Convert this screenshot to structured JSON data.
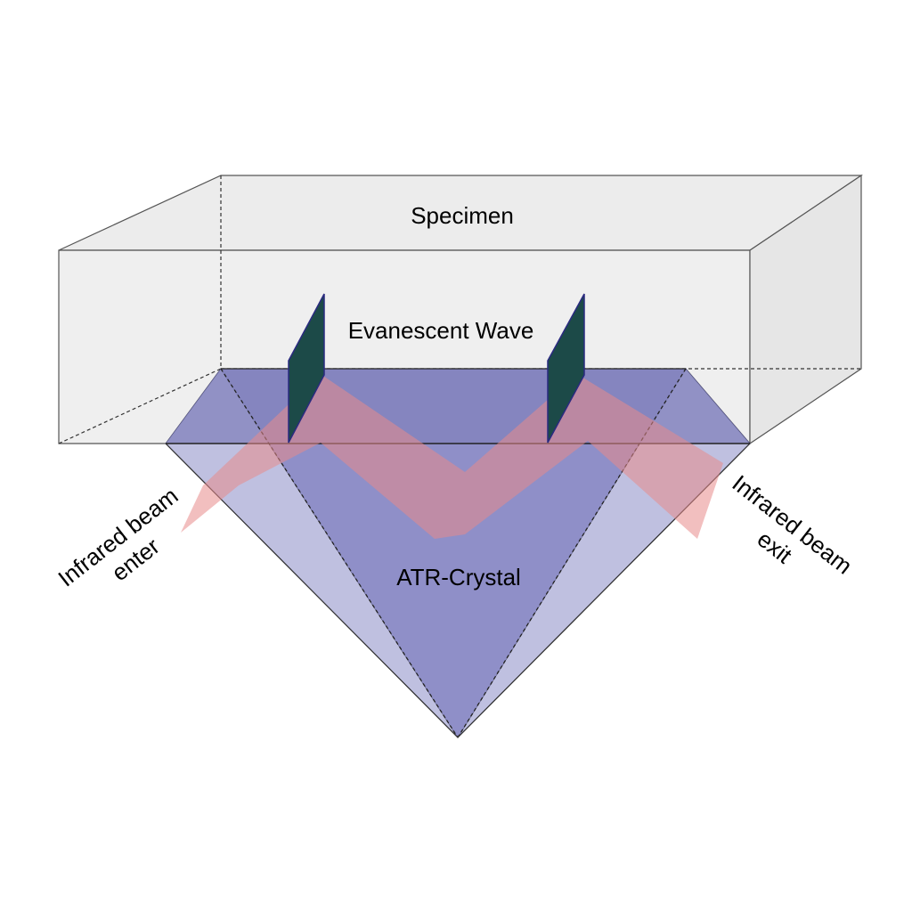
{
  "labels": {
    "specimen": "Specimen",
    "evanescent_wave": "Evanescent Wave",
    "crystal": "ATR-Crystal",
    "beam_enter_line1": "Infrared beam",
    "beam_enter_line2": "enter",
    "beam_exit_line1": "Infrared beam",
    "beam_exit_line2": "exit"
  },
  "colors": {
    "specimen_fill": "#ececec",
    "crystal_side": "#bfc0e0",
    "crystal_center": "#8f8fc8",
    "crystal_top": "#8181bc",
    "beam": "#e88a8a",
    "evanescent_plate": "#1c4a48",
    "outline": "#555555"
  }
}
